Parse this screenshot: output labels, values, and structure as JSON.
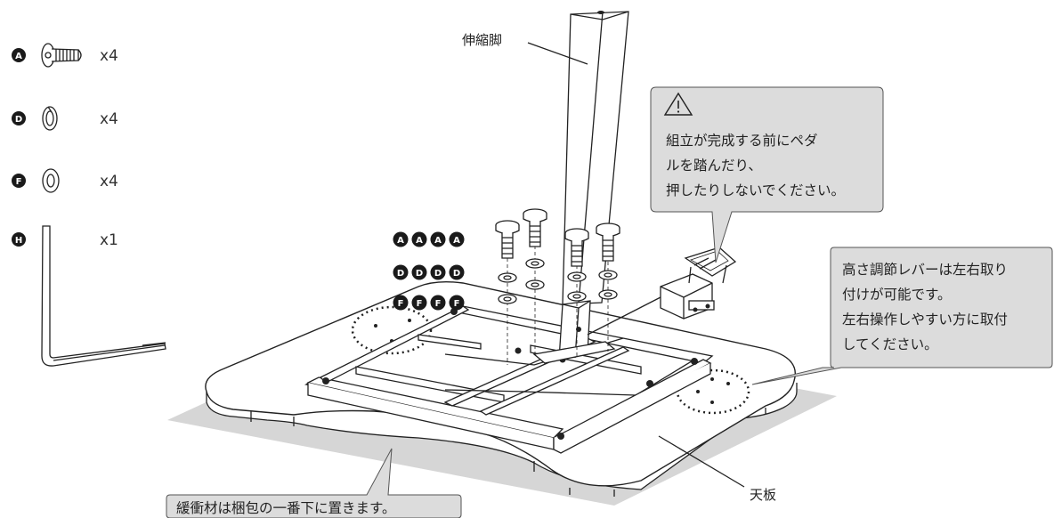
{
  "parts": [
    {
      "letter": "A",
      "qty": "x4",
      "icon": "bolt-icon"
    },
    {
      "letter": "D",
      "qty": "x4",
      "icon": "spring-washer-icon"
    },
    {
      "letter": "F",
      "qty": "x4",
      "icon": "flat-washer-icon"
    },
    {
      "letter": "H",
      "qty": "x1",
      "icon": "hex-key-icon"
    }
  ],
  "labels": {
    "leg": "伸縮脚",
    "top_board": "天板",
    "cushion": "緩衝材は梱包の一番下に置きます。"
  },
  "warning": {
    "icon": "warning-triangle-icon",
    "lines": [
      "組立が完成する前にペダ",
      "ルを踏んだり、",
      "押したりしないでください。"
    ]
  },
  "lever_note": {
    "lines": [
      "高さ調節レバーは左右取り",
      "付けが可能です。",
      "左右操作しやすい方に取付",
      "してください。"
    ]
  },
  "badges": {
    "row_a": [
      "A",
      "A",
      "A",
      "A"
    ],
    "row_d": [
      "D",
      "D",
      "D",
      "D"
    ],
    "row_f": [
      "F",
      "F",
      "F",
      "F"
    ]
  },
  "colors": {
    "callout_fill": "#dcdcdc",
    "mat_fill": "#d6d6d6",
    "badge_fill": "#1a1a1a"
  }
}
